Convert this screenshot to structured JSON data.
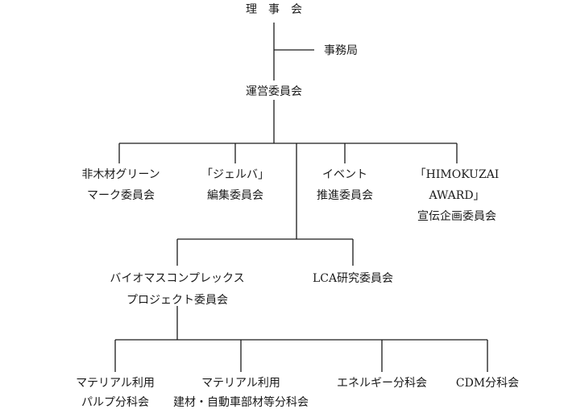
{
  "org": {
    "board": "理　事　会",
    "secretariat": "事務局",
    "steering": "運営委員会",
    "committees": [
      {
        "line1": "非木材グリーン",
        "line2": "マーク委員会"
      },
      {
        "line1": "「ジェルバ」",
        "line2": "編集委員会"
      },
      {
        "line1": "イベント",
        "line2": "推進委員会"
      },
      {
        "line1": "「HIMOKUZAI",
        "line2": "AWARD」",
        "line3": "宣伝企画委員会"
      }
    ],
    "biomass": {
      "line1": "バイオマスコンプレックス",
      "line2": "プロジェクト委員会"
    },
    "lca": "LCA研究委員会",
    "subcommittees": [
      {
        "line1": "マテリアル利用",
        "line2": "パルプ分科会"
      },
      {
        "line1": "マテリアル利用",
        "line2": "建材・自動車部材等分科会"
      },
      {
        "line1": "エネルギー分科会"
      },
      {
        "line1": "CDM分科会"
      }
    ]
  }
}
